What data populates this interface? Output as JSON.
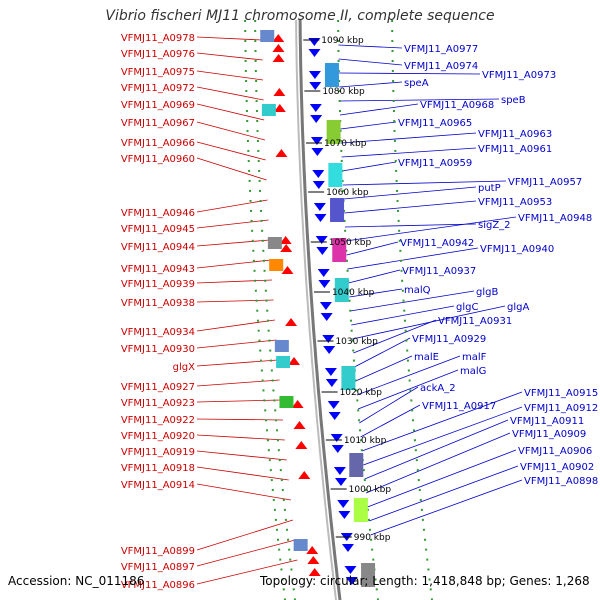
{
  "title": "Vibrio fischeri MJ11 chromosome II, complete sequence",
  "footer": {
    "accession": "Accession: NC_011186",
    "topology": "Topology: circular; Length: 1,418,848 bp; Genes: 1,268"
  },
  "colors": {
    "left_labels": "#cc0000",
    "right_labels": "#0000cc",
    "forward_genes": "#ff0000",
    "reverse_genes": "#0000ff",
    "backbone": "#999999",
    "frame": "#339933"
  },
  "scale_ticks": [
    "1090 kbp",
    "1080 kbp",
    "1070 kbp",
    "1060 kbp",
    "1050 kbp",
    "1040 kbp",
    "1030 kbp",
    "1020 kbp",
    "1010 kbp",
    "1000 kbp",
    "990 kbp"
  ],
  "left_labels": [
    "VFMJ11_A0978",
    "VFMJ11_A0976",
    "VFMJ11_A0975",
    "VFMJ11_A0972",
    "VFMJ11_A0969",
    "VFMJ11_A0967",
    "VFMJ11_A0966",
    "VFMJ11_A0960",
    "VFMJ11_A0946",
    "VFMJ11_A0945",
    "VFMJ11_A0944",
    "VFMJ11_A0943",
    "VFMJ11_A0939",
    "VFMJ11_A0938",
    "VFMJ11_A0934",
    "VFMJ11_A0930",
    "glgX",
    "VFMJ11_A0927",
    "VFMJ11_A0923",
    "VFMJ11_A0922",
    "VFMJ11_A0920",
    "VFMJ11_A0919",
    "VFMJ11_A0918",
    "VFMJ11_A0914",
    "VFMJ11_A0899",
    "VFMJ11_A0897",
    "VFMJ11_A0896"
  ],
  "right_labels": [
    "VFMJ11_A0977",
    "VFMJ11_A0974",
    "VFMJ11_A0973",
    "speA",
    "speB",
    "VFMJ11_A0968",
    "VFMJ11_A0965",
    "VFMJ11_A0963",
    "VFMJ11_A0961",
    "VFMJ11_A0959",
    "VFMJ11_A0957",
    "putP",
    "VFMJ11_A0953",
    "sigZ_2",
    "VFMJ11_A0948",
    "VFMJ11_A0942",
    "VFMJ11_A0940",
    "VFMJ11_A0937",
    "malQ",
    "glgB",
    "glgC",
    "glgA",
    "VFMJ11_A0931",
    "VFMJ11_A0929",
    "malE",
    "malF",
    "malG",
    "ackA_2",
    "VFMJ11_A0917",
    "VFMJ11_A0915",
    "VFMJ11_A0912",
    "VFMJ11_A0911",
    "VFMJ11_A0909",
    "VFMJ11_A0906",
    "VFMJ11_A0902",
    "VFMJ11_A0898"
  ]
}
